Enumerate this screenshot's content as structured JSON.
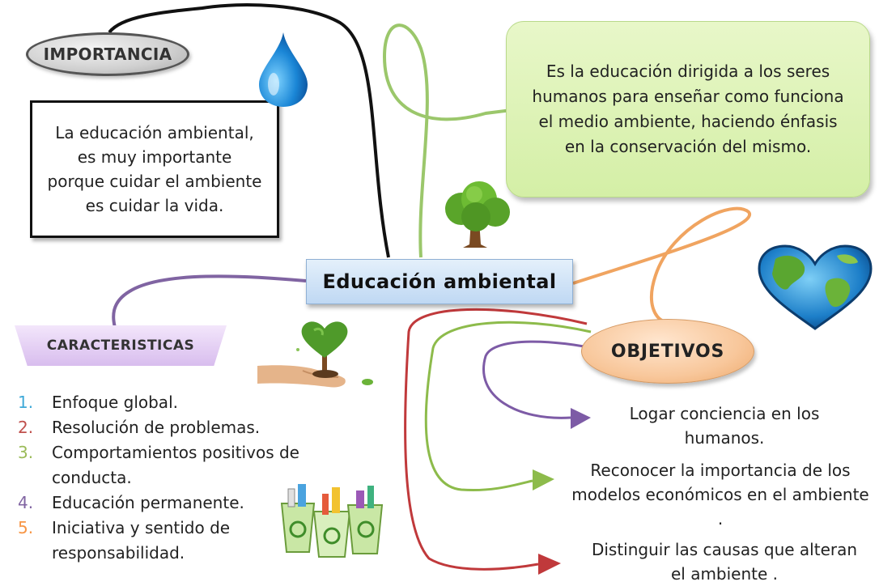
{
  "central_topic": "Educación ambiental",
  "importancia": {
    "label": "IMPORTANCIA",
    "text": "La educación ambiental, es muy importante porque cuidar el ambiente es cuidar la vida."
  },
  "definition": {
    "text": "Es la educación dirigida a los seres humanos para enseñar como funciona el medio ambiente, haciendo énfasis en la conservación del mismo."
  },
  "caracteristicas": {
    "label": "CARACTERISTICAS",
    "items": [
      {
        "num": "1.",
        "text": "Enfoque global.",
        "color": "#3fa9d8"
      },
      {
        "num": "2.",
        "text": "Resolución de problemas.",
        "color": "#c0504d"
      },
      {
        "num": "3.",
        "text": "Comportamientos positivos de conducta.",
        "color": "#9bbb59"
      },
      {
        "num": "4.",
        "text": "Educación permanente.",
        "color": "#8064a2"
      },
      {
        "num": "5.",
        "text": "Iniciativa  y sentido de responsabilidad.",
        "color": "#f79646"
      }
    ]
  },
  "objetivos": {
    "label": "OBJETIVOS",
    "items": [
      {
        "text": "Logar conciencia en los humanos.",
        "arrow_color": "#7d5ba6"
      },
      {
        "text": "Reconocer la importancia de los modelos económicos en el ambiente .",
        "arrow_color": "#8dbb4b"
      },
      {
        "text": "Distinguir las causas  que alteran el ambiente .",
        "arrow_color": "#c0393b"
      }
    ]
  },
  "icons": [
    "water-drop-icon",
    "tree-icon",
    "earth-heart-icon",
    "hand-heart-tree-icon",
    "recycling-bins-icon"
  ],
  "colors": {
    "importancia_line": "#111111",
    "definition_line": "#9bc76b",
    "caracteristicas_line": "#8064a2",
    "objetivos_line": "#f0a460"
  }
}
